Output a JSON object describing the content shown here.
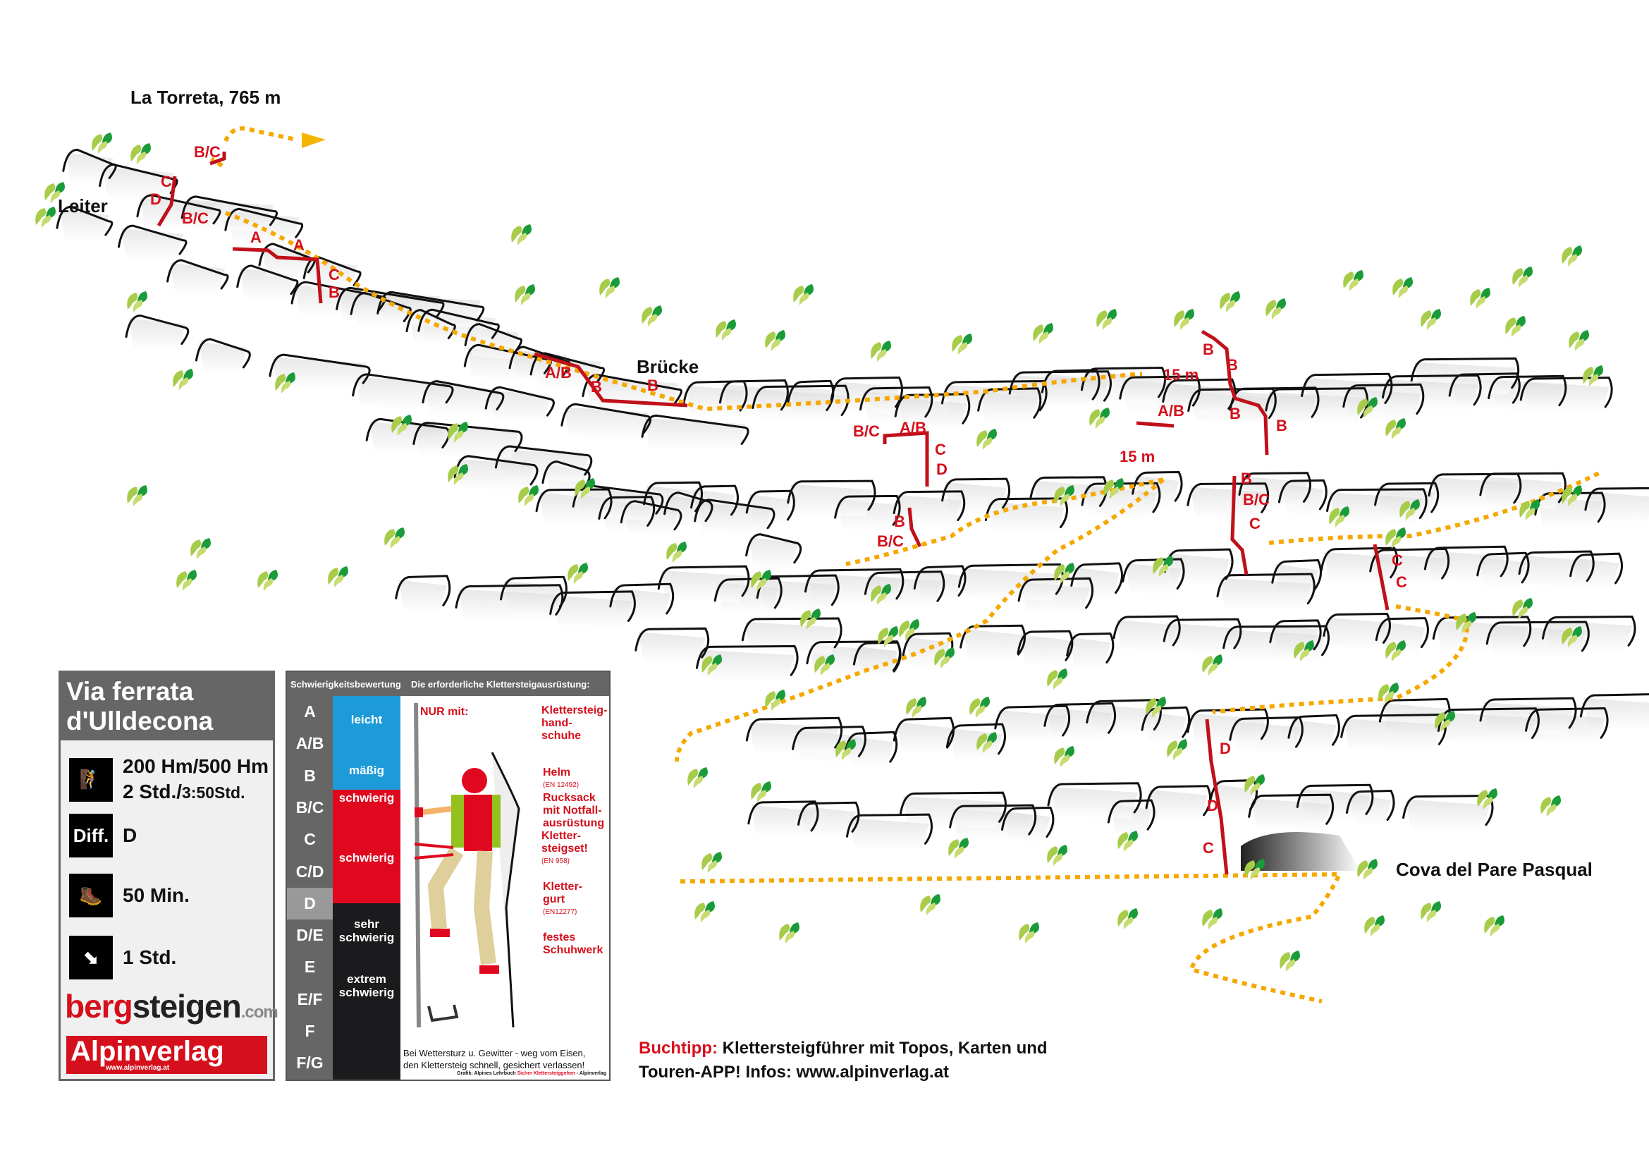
{
  "map": {
    "summit": "La Torreta, 765 m",
    "ladder": "Leiter",
    "bridge": "Brücke",
    "cave": "Cova del Pare Pasqual",
    "grades": [
      "B/C",
      "C",
      "D",
      "B/C",
      "A",
      "A",
      "C",
      "B",
      "A/B",
      "B",
      "B",
      "B/C",
      "A/B",
      "C",
      "D",
      "B",
      "B/C",
      "B",
      "B",
      "15 m",
      "A/B",
      "B",
      "B",
      "15 m",
      "B",
      "B/C",
      "C",
      "C",
      "C",
      "D",
      "D",
      "C"
    ]
  },
  "info": {
    "title1": "Via ferrata",
    "title2": "d'Ulldecona",
    "ascent": "200 Hm/500 Hm",
    "time_main": "2 Std./",
    "time_total": "3:50Std.",
    "diff_label": "Diff.",
    "diff_value": "D",
    "approach": "50 Min.",
    "descent": "1 Std.",
    "logo1a": "berg",
    "logo1b": "steigen",
    "logo1c": ".com",
    "logo2": "Alpinverlag",
    "logo2_url": "www.alpinverlag.at"
  },
  "legend": {
    "header_left": "Schwierigkeitsbewertung",
    "header_right": "Die erforderliche Klettersteigausrüstung:",
    "grades": [
      "A",
      "A/B",
      "B",
      "B/C",
      "C",
      "C/D",
      "D",
      "D/E",
      "E",
      "E/F",
      "F",
      "F/G"
    ],
    "current": "D",
    "bands": [
      "leicht",
      "mäßig",
      "schwierig",
      "schwierig",
      "sehr schwierig",
      "extrem schwierig"
    ],
    "colors": {
      "blue": "#1d9ad8",
      "red": "#e0081e",
      "black": "#1b1a1c"
    },
    "nur_mit": "NUR mit:",
    "items": [
      {
        "name": "Klettersteig-hand-schuhe",
        "norm": ""
      },
      {
        "name": "Helm",
        "norm": "(EN 12492)"
      },
      {
        "name": "Rucksack mit Notfall-ausrüstung",
        "norm": ""
      },
      {
        "name": "Kletter-steigset!",
        "norm": "(EN 958)"
      },
      {
        "name": "Kletter-gurt",
        "norm": "(EN12277)"
      },
      {
        "name": "festes Schuhwerk",
        "norm": ""
      }
    ],
    "warning1": "Bei Wettersturz u. Gewitter - weg vom Eisen,",
    "warning2": "den Klettersteig schnell, gesichert verlassen!",
    "credit_a": "Grafik: Alpines Lehrbuch ",
    "credit_b": "Sicher Klettersteiggehen",
    "credit_c": " - Alpinverlag"
  },
  "book": {
    "label": "Buchtipp:",
    "text1": " Klettersteigführer mit Topos, Karten und",
    "text2": "Touren-APP! Infos: www.alpinverlag.at"
  }
}
